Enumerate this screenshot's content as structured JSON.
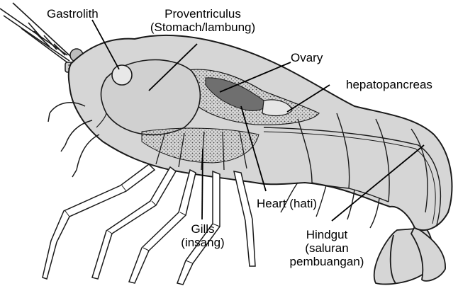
{
  "diagram": {
    "labels": {
      "gastrolith": "Gastrolith",
      "proventriculus_line1": "Proventriculus",
      "proventriculus_line2": "(Stomach/lambung)",
      "ovary": "Ovary",
      "hepatopancreas": "hepatopancreas",
      "heart": "Heart (hati)",
      "gills_line1": "Gills",
      "gills_line2": "(insang)",
      "hindgut_line1": "Hindgut",
      "hindgut_line2": "(saluran",
      "hindgut_line3": "pembuangan)"
    },
    "colors": {
      "body_fill": "#d6d6d6",
      "outline": "#1a1a1a",
      "stipple": "#444444",
      "background": "#ffffff"
    }
  }
}
